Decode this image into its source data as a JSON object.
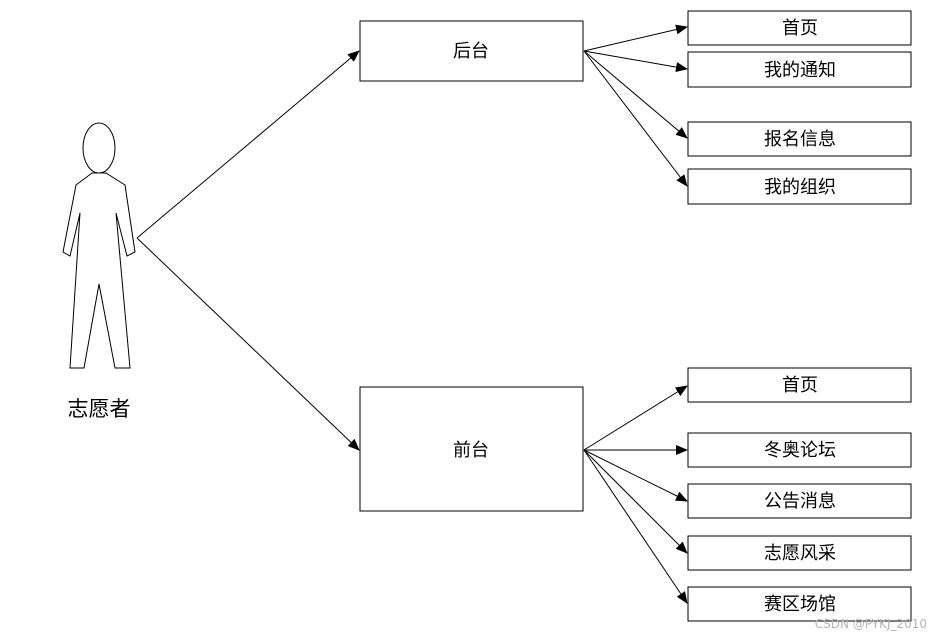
{
  "actor": {
    "label": "志愿者"
  },
  "groups": {
    "backend": {
      "label": "后台",
      "items": [
        "首页",
        "我的通知",
        "报名信息",
        "我的组织"
      ]
    },
    "frontend": {
      "label": "前台",
      "items": [
        "首页",
        "冬奥论坛",
        "公告消息",
        "志愿风采",
        "赛区场馆"
      ]
    }
  },
  "watermark": "CSDN @PYKJ_2010"
}
